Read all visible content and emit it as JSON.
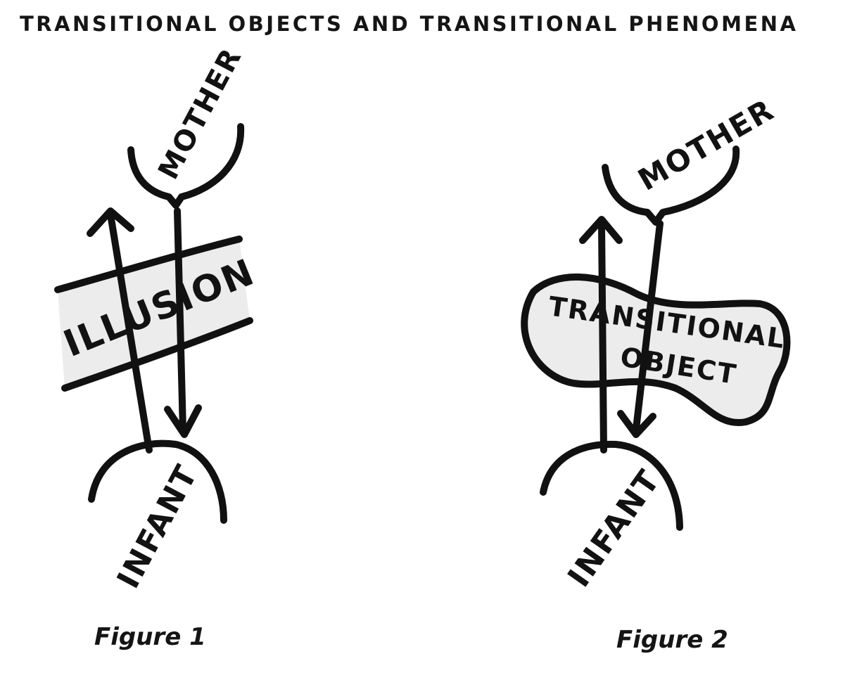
{
  "page": {
    "header": "TRANSITIONAL OBJECTS AND TRANSITIONAL PHENOMENA"
  },
  "figure1": {
    "mother_label": "MOTHER",
    "illusion_label": "ILLUSION",
    "infant_label": "INFANT",
    "caption": "Figure 1"
  },
  "figure2": {
    "mother_label": "MOTHER",
    "object_label_line1": "TRANSITIONAL",
    "object_label_line2": "OBJECT",
    "infant_label": "INFANT",
    "caption": "Figure 2"
  },
  "colors": {
    "ink": "#111111",
    "shade": "#ececec",
    "background": "#ffffff"
  }
}
